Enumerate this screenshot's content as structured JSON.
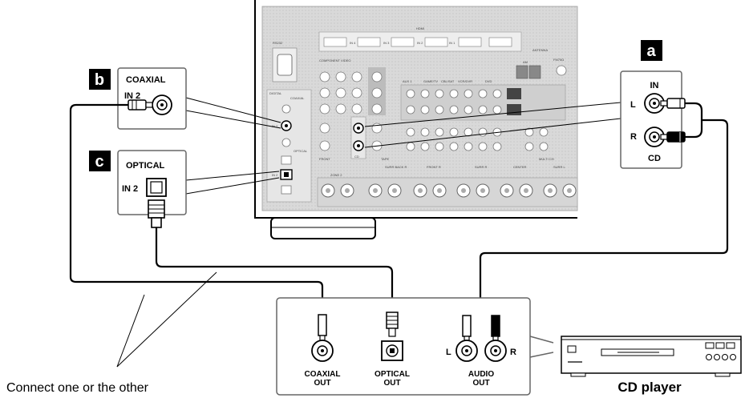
{
  "callouts": {
    "a": "a",
    "b": "b",
    "c": "c"
  },
  "receiver": {
    "hdmi_label": "HDMI",
    "hdmi_ports": [
      "IN 4",
      "IN 3",
      "IN 2",
      "IN 1"
    ],
    "rs232_label": "RS232",
    "component_label": "COMPONENT VIDEO",
    "antenna_label": "ANTENNA",
    "am_label": "AM",
    "fm_label": "FM75Ω",
    "digital_label": "DIGITAL",
    "coaxial_small": "COAXIAL",
    "optical_small": "OPTICAL",
    "in2_small": "IN 2",
    "tape_label": "TAPE",
    "cd_small": "CD",
    "front_label": "FRONT",
    "multi_ch_label": "MULTI CH",
    "aux_labels": [
      "AUX 1",
      "GAME/TV",
      "CBL/SAT",
      "VCR/DVR",
      "DVD"
    ],
    "speaker_labels": [
      "SURR BACK R",
      "FRONT R",
      "SURR R",
      "CENTER",
      "SURR L"
    ],
    "zone_label": "ZONE 2"
  },
  "panel_a": {
    "in_label": "IN",
    "l_label": "L",
    "r_label": "R",
    "cd_label": "CD"
  },
  "panel_b": {
    "title": "COAXIAL",
    "in_label": "IN 2"
  },
  "panel_c": {
    "title": "OPTICAL",
    "in_label": "IN 2"
  },
  "cd_panel": {
    "coaxial_out": [
      "COAXIAL",
      "OUT"
    ],
    "optical_out": [
      "OPTICAL",
      "OUT"
    ],
    "audio_out": [
      "AUDIO",
      "OUT"
    ],
    "l_label": "L",
    "r_label": "R"
  },
  "cd_player_label": "CD player",
  "note": "Connect one or the other",
  "colors": {
    "panel_stroke": "#666666",
    "receiver_fill": "#d3d3d3",
    "cable": "#000000"
  }
}
